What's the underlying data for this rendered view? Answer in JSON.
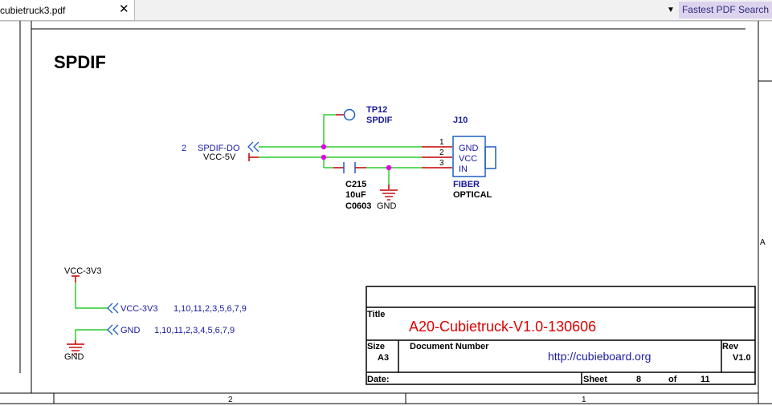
{
  "tab": {
    "title": "cubietruck3.pdf",
    "close": "✕"
  },
  "extension": {
    "arrow": "▼",
    "label": "Fastest PDF Search"
  },
  "sheet": {
    "heading": "SPDIF",
    "tp12": {
      "ref": "TP12",
      "value": "SPDIF"
    },
    "j10": {
      "ref": "J10",
      "pins": [
        "GND",
        "VCC",
        "IN"
      ],
      "pin_numbers": [
        "1",
        "2",
        "3"
      ],
      "value1": "FIBER",
      "value2": "OPTICAL"
    },
    "offpage": {
      "sheet_ref": "2",
      "net": "SPDIF-DO"
    },
    "vcc5v": "VCC-5V",
    "c215": {
      "ref": "C215",
      "value": "10uF",
      "footprint": "C0603"
    },
    "gnd_sym": "GND",
    "vcc3v3_power": "VCC-3V3",
    "port_vcc3v3": {
      "name": "VCC-3V3",
      "refs": "1,10,11,2,3,5,6,7,9"
    },
    "port_gnd": {
      "name": "GND",
      "refs": "1,10,11,2,3,4,5,6,7,9"
    },
    "gnd_bottom": "GND",
    "zone_row": "A",
    "zone_cols": [
      "2",
      "1"
    ],
    "title_block": {
      "title_label": "Title",
      "title": "A20-Cubietruck-V1.0-130606",
      "size_label": "Size",
      "size": "A3",
      "docnum_label": "Document Number",
      "url": "http://cubieboard.org",
      "rev_label": "Rev",
      "rev": "V1.0",
      "date_label": "Date:",
      "sheet_label": "Sheet",
      "sheet_num": "8",
      "of_label": "of",
      "sheet_total": "11"
    }
  },
  "colors": {
    "wire": "#00c000",
    "pin": "#c00000",
    "net": "#1a1aa0",
    "junction": "#e000e0",
    "part": "#1e5fbf",
    "title": "#e00000",
    "url": "#1a1aa0"
  }
}
